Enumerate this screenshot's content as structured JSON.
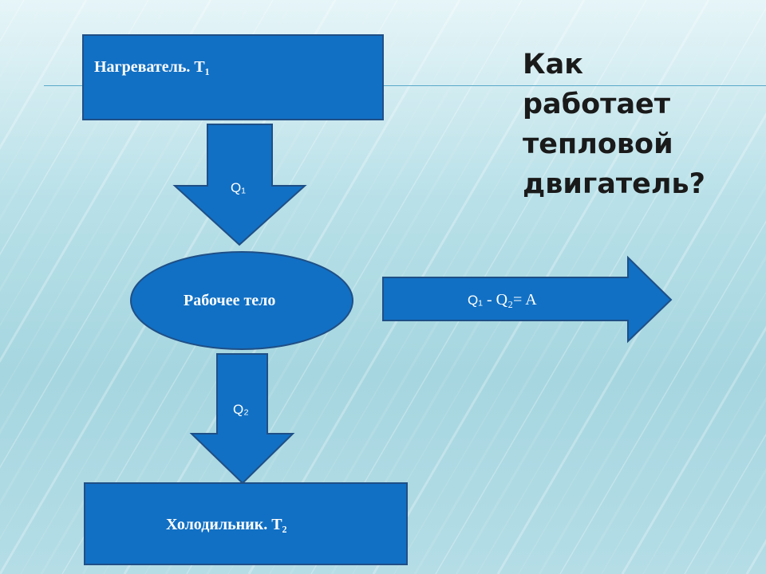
{
  "title": {
    "line1": "Как",
    "line2": "работает",
    "line3": "тепловой",
    "line4": "двигатель?"
  },
  "heater": {
    "label": "Нагреватель. Т₁"
  },
  "arrow_q1": {
    "label": "Q₁"
  },
  "working_body": {
    "label": "Рабочее тело"
  },
  "arrow_work": {
    "label_left": "Q₁",
    "label_right": " - Q₂= A"
  },
  "arrow_q2": {
    "label": "Q₂"
  },
  "cooler": {
    "label": "Холодильник. Т₂"
  },
  "colors": {
    "shape_fill": "#1170c4",
    "shape_stroke": "#1f4f86",
    "text": "#ffffff",
    "title_text": "#1a1a1a"
  }
}
